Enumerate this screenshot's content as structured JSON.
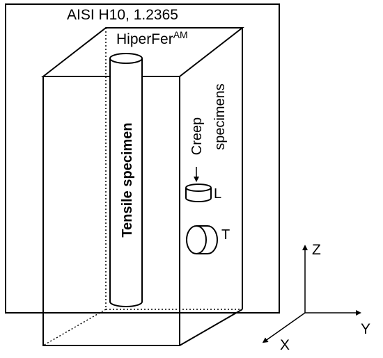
{
  "labels": {
    "material_1": "AISI H10, 1.2365",
    "material_2_base": "HiperFer",
    "material_2_sup": "AM",
    "tensile": "Tensile specimen",
    "creep_line1": "Creep",
    "creep_line2": "specimens",
    "orientation_l": "L",
    "orientation_t": "T",
    "axis_z": "Z",
    "axis_y": "Y",
    "axis_x": "X"
  },
  "colors": {
    "stroke": "#000000",
    "background": "#ffffff"
  }
}
